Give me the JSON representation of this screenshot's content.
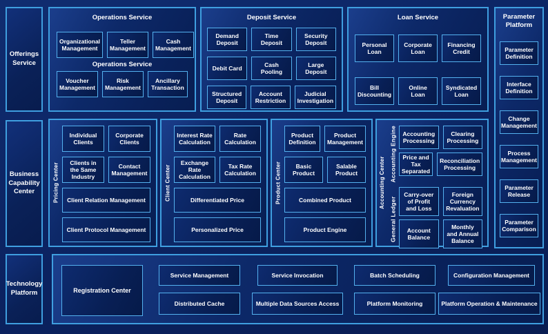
{
  "sidebars": {
    "offerings": "Offerings Service",
    "business": "Business Capability Center",
    "technology": "Technology Platform"
  },
  "operations": {
    "title": "Operations Service",
    "mid_label": "Operations Service",
    "row1": [
      "Organizational Management",
      "Teller Management",
      "Cash Management"
    ],
    "row2": [
      "Voucher Management",
      "Risk Management",
      "Ancillary Transaction"
    ]
  },
  "deposit": {
    "title": "Deposit Service",
    "row1": [
      "Demand Deposit",
      "Time Deposit",
      "Security Deposit"
    ],
    "row2": [
      "Debit Card",
      "Cash Pooling",
      "Large Deposit"
    ],
    "row3": [
      "Structured Deposit",
      "Account Restriction",
      "Judicial Investigation"
    ]
  },
  "loan": {
    "title": "Loan Service",
    "row1": [
      "Personal Loan",
      "Corporate Loan",
      "Financing Credit"
    ],
    "row2": [
      "Bill Discounting",
      "Online Loan",
      "Syndicated Loan"
    ]
  },
  "parameter": {
    "title": "Parameter Platform",
    "items": [
      "Parameter Definition",
      "Interface Definition",
      "Change Management",
      "Process Management",
      "Parameter Release",
      "Parameter Comparison"
    ]
  },
  "pricing": {
    "label": "Pricing Center",
    "row1": [
      "Individual Clients",
      "Corporate Clients"
    ],
    "row2": [
      "Clients in the Same Industry",
      "Contact Management"
    ],
    "wide1": "Client Relation Management",
    "wide2": "Client Protocol Management"
  },
  "client": {
    "label": "Client Center",
    "row1": [
      "Interest Rate Calculation",
      "Rate Calculation"
    ],
    "row2": [
      "Exchange Rate Calculation",
      "Tax Rate Calculation"
    ],
    "wide1": "Differentiated Price",
    "wide2": "Personalized Price"
  },
  "product": {
    "label": "Product Center",
    "row1": [
      "Product Definition",
      "Product Management"
    ],
    "row2": [
      "Basic Product",
      "Salable Product"
    ],
    "wide1": "Combined Product",
    "wide2": "Product Engine"
  },
  "accounting": {
    "label": "Accounting Center",
    "engine_label": "Accounting Engine",
    "ledger_label": "General Ledger",
    "engine_row1": [
      "Accounting Processing",
      "Clearing Processing"
    ],
    "engine_row2": [
      "Price and Tax Separated",
      "Reconciliation Processing"
    ],
    "ledger_row1": [
      "Carry-over of Profit and Loss",
      "Foreign Currency Revaluation"
    ],
    "ledger_row2": [
      "Account Balance",
      "Monthly and Annual Balance"
    ]
  },
  "technology": {
    "registration": "Registration Center",
    "service_management": "Service Management",
    "distributed_cache": "Distributed Cache",
    "service_invocation": "Service Invocation",
    "multiple_data_sources": "Multiple Data Sources Access",
    "batch_scheduling": "Batch Scheduling",
    "platform_monitoring": "Platform Monitoring",
    "configuration_management": "Configuration Management",
    "platform_operation": "Platform Operation & Maintenance"
  },
  "colors": {
    "background": "#0b2260",
    "panel_border": "#3f9fe0",
    "box_border": "#54b2f0",
    "text": "#ffffff"
  }
}
